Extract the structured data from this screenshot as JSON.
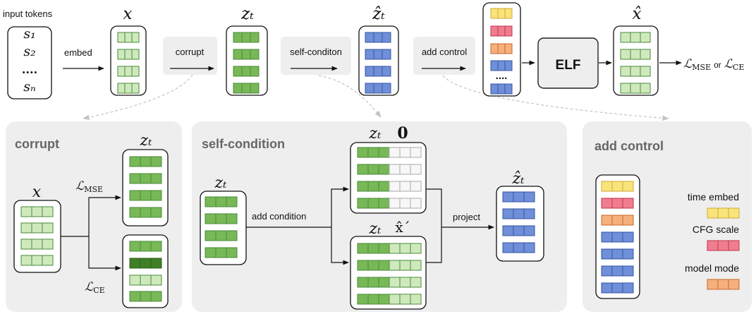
{
  "colors": {
    "green": "#cfe9bd",
    "green_mid": "#78b857",
    "green_dark": "#3f7f27",
    "green_line": "#4a8a3a",
    "blue": "#6f8fd8",
    "blue_line": "#3555a5",
    "yellow": "#f8e47a",
    "yellow_line": "#d1a93a",
    "pink": "#ef7d8f",
    "pink_line": "#c3354a",
    "orange": "#f5b07d",
    "orange_line": "#c8692a",
    "gray_panel": "#eeeeee",
    "gray_cell": "#f7f7f7",
    "gray_line": "#aaaaaa"
  },
  "top": {
    "input_tokens": "input tokens",
    "tokens": [
      "s₁",
      "s₂",
      "....",
      "sₙ"
    ],
    "embed": "embed",
    "x_label": "x",
    "corrupt": "corrupt",
    "zt_label": "zₜ",
    "self_condition": "self-conditon",
    "zhat_label": "ẑₜ",
    "add_control": "add control",
    "stack_dots": "....",
    "elf": "ELF",
    "xhat_label": "x̂",
    "loss": {
      "mse_symbol": "ℒ",
      "mse_sub": "MSE",
      "or": "or",
      "ce_symbol": "ℒ",
      "ce_sub": "CE"
    }
  },
  "panel_corrupt": {
    "title": "corrupt",
    "x_label": "x",
    "zt_label": "zₜ",
    "loss_mse_symbol": "ℒ",
    "loss_mse_sub": "MSE",
    "loss_ce_symbol": "ℒ",
    "loss_ce_sub": "CE"
  },
  "panel_self": {
    "title": "self-condition",
    "zt_label": "zₜ",
    "zero_label": "0",
    "xhat_label": "x̂´",
    "add_condition": "add condition",
    "project": "project",
    "zhat_label": "ẑₜ"
  },
  "panel_control": {
    "title": "add control",
    "legend": [
      {
        "label": "time embed",
        "color": "yellow"
      },
      {
        "label": "CFG scale",
        "color": "pink"
      },
      {
        "label": "model mode",
        "color": "orange"
      }
    ]
  }
}
